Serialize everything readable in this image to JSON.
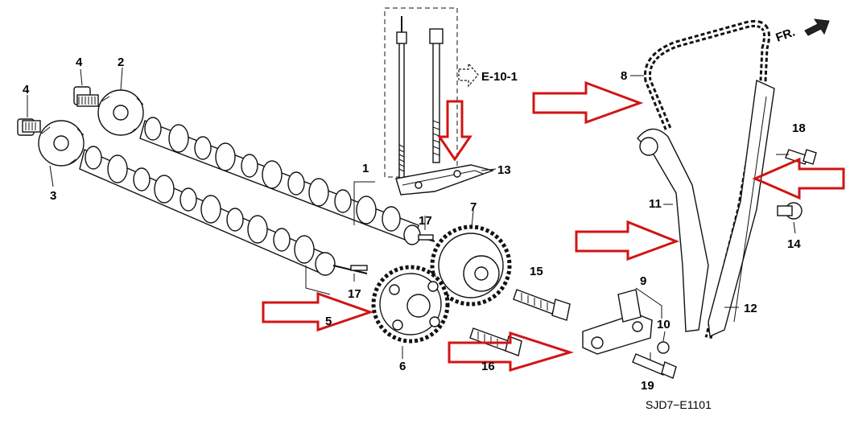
{
  "diagram": {
    "reference": "E-10-1",
    "front_label": "FR.",
    "drawing_code": "SJD7−E1101",
    "parts": {
      "p1": "1",
      "p2": "2",
      "p3": "3",
      "p4a": "4",
      "p4b": "4",
      "p5": "5",
      "p6": "6",
      "p7": "7",
      "p8": "8",
      "p9": "9",
      "p10": "10",
      "p11": "11",
      "p12": "12",
      "p13": "13",
      "p14": "14",
      "p15": "15",
      "p16": "16",
      "p17a": "17",
      "p17b": "17",
      "p18": "18",
      "p19": "19"
    },
    "colors": {
      "highlight_arrow": "#d21414",
      "line": "#111111"
    }
  }
}
